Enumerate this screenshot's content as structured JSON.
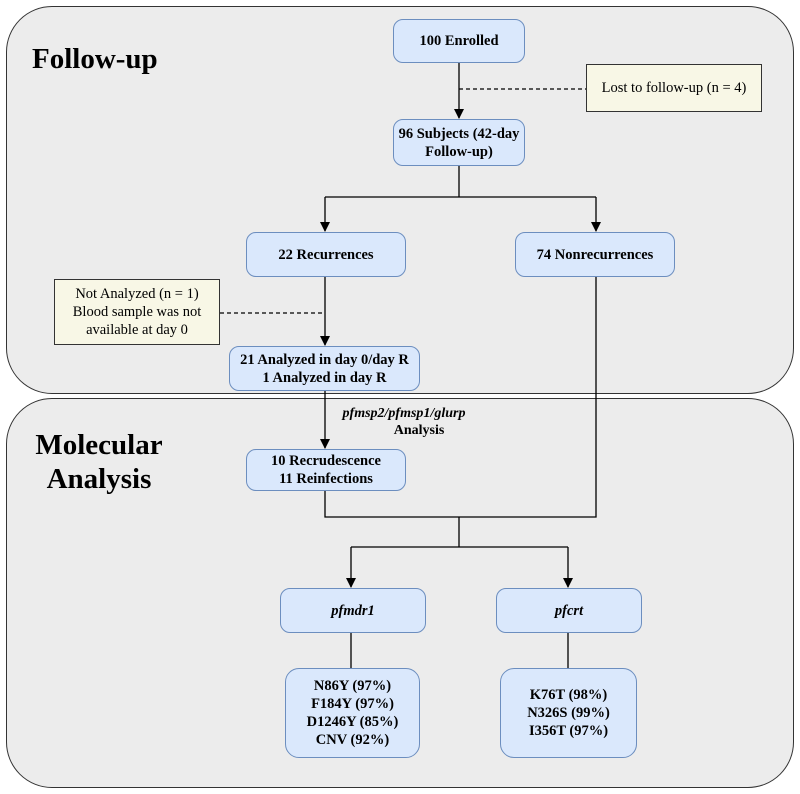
{
  "sections": {
    "followup_title": "Follow-up",
    "molecular_title_line1": "Molecular",
    "molecular_title_line2": "Analysis"
  },
  "nodes": {
    "enrolled": "100 Enrolled",
    "subjects_line1": "96 Subjects (42-day",
    "subjects_line2": "Follow-up)",
    "recurrences": "22 Recurrences",
    "nonrecurrences": "74 Nonrecurrences",
    "analyzed_line1": "21 Analyzed in day 0/day R",
    "analyzed_line2": "1 Analyzed in day R",
    "recrudescence_line1": "10 Recrudescence",
    "recrudescence_line2": "11 Reinfections",
    "pfmdr1": "pfmdr1",
    "pfcrt": "pfcrt",
    "pfmdr1_results": [
      "N86Y (97%)",
      "F184Y (97%)",
      "D1246Y (85%)",
      "CNV (92%)"
    ],
    "pfcrt_results": [
      "K76T (98%)",
      "N326S (99%)",
      "I356T (97%)"
    ]
  },
  "notes": {
    "lost": "Lost to follow-up (n = 4)",
    "not_analyzed_line1": "Not Analyzed (n = 1)",
    "not_analyzed_line2": "Blood sample was not",
    "not_analyzed_line3": "available at day 0"
  },
  "edge_labels": {
    "genotyping_genes": "pfmsp2/pfmsp1/glurp",
    "genotyping_word": "Analysis"
  },
  "colors": {
    "panel_fill": "#ececec",
    "node_fill": "#dae8fc",
    "node_border": "#6c8ebf",
    "note_fill": "#f8f7e6"
  }
}
